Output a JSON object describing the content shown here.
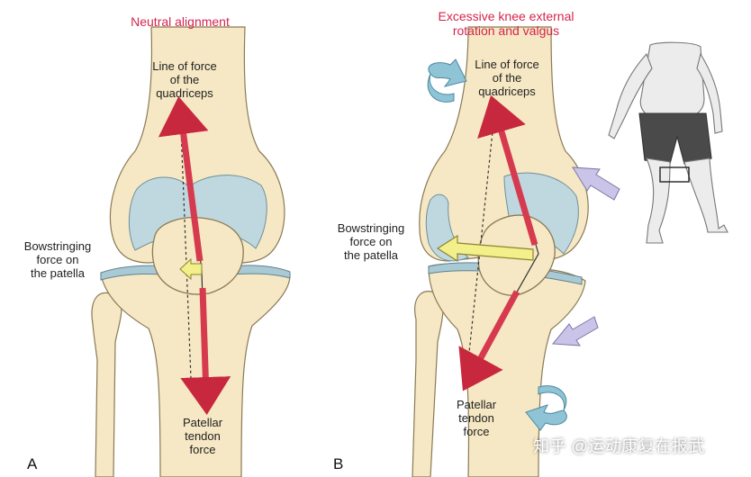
{
  "panel_a": {
    "letter": "A",
    "title": "Neutral alignment",
    "quad_label": [
      "Line of force",
      "of the",
      "quadriceps"
    ],
    "bow_label": [
      "Bowstringing",
      "force on",
      "the patella"
    ],
    "tendon_label": [
      "Patellar",
      "tendon",
      "force"
    ]
  },
  "panel_b": {
    "letter": "B",
    "title": [
      "Excessive knee external",
      "rotation and valgus"
    ],
    "quad_label": [
      "Line of force",
      "of the",
      "quadriceps"
    ],
    "bow_label": [
      "Bowstringing",
      "force on",
      "the patella"
    ],
    "tendon_label": [
      "Patellar",
      "tendon",
      "force"
    ]
  },
  "watermark": "知乎 @运动康复在报武",
  "colors": {
    "bone": "#f6e8c4",
    "bone_stroke": "#8a7a55",
    "cartilage": "#bfd8e0",
    "force_arrow": "#d63a4e",
    "bowstring_arrow": "#f3ef8a",
    "rotation_arrow": "#8fc3d6",
    "push_arrow": "#c9c4e8",
    "title": "#d4254e"
  }
}
